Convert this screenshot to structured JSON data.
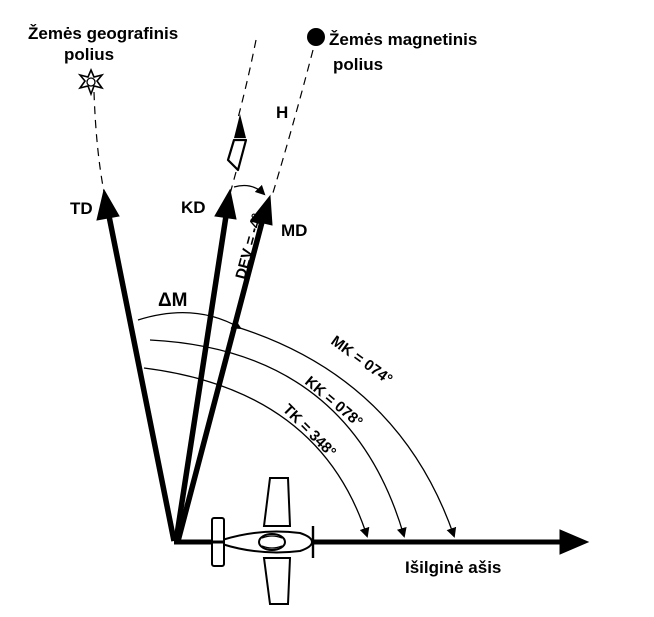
{
  "labels": {
    "geo_pole_line1": "Žemės geografinis",
    "geo_pole_line2": "polius",
    "mag_pole_line1": "Žemės magnetinis",
    "mag_pole_line2": "polius",
    "h": "H",
    "td": "TD",
    "kd": "KD",
    "md": "MD",
    "dev": "DEV = -4°",
    "delta_m": "ΔM",
    "mk": "MK = 074°",
    "kk": "KK = 078°",
    "tk": "TK = 348°",
    "axis": "Išilginė ašis"
  },
  "icons": {
    "geo_pole": "sun-star-icon",
    "mag_pole": "filled-circle-icon",
    "compass_needle": "compass-needle-icon",
    "aircraft": "airplane-icon"
  }
}
